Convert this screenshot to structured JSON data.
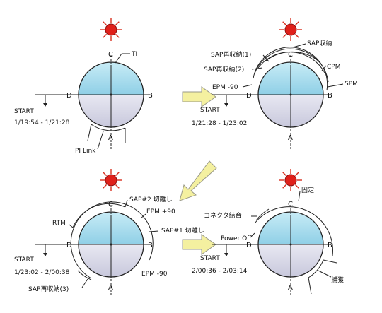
{
  "panels": {
    "p1": {
      "labels": {
        "top": "C",
        "bottom": "A",
        "left": "D",
        "right": "B"
      },
      "start": "START",
      "time": "1/19:54 - 1/21:28",
      "ann": {
        "ti": "TI",
        "pi_link": "PI Link"
      }
    },
    "p2": {
      "labels": {
        "top": "C",
        "bottom": "A",
        "left": "D",
        "right": "B"
      },
      "start": "START",
      "time": "1/21:28 - 1/23:02",
      "ann": {
        "sap_store": "SAP収納",
        "sap_restore1": "SAP再収納(1)",
        "sap_restore2": "SAP再収納(2)",
        "cpm": "CPM",
        "spm": "SPM",
        "epm_m90": "EPM -90"
      }
    },
    "p3": {
      "labels": {
        "top": "C",
        "bottom": "A",
        "left": "D",
        "right": "B"
      },
      "start": "START",
      "time": "1/23:02 - 2/00:38",
      "ann": {
        "sap2_detach": "SAP#2 切離し",
        "epm_p90": "EPM +90",
        "rtm": "RTM",
        "sap1_detach": "SAP#1 切離し",
        "epm_m90": "EPM -90",
        "sap_restore3": "SAP再収納(3)"
      }
    },
    "p4": {
      "labels": {
        "top": "C",
        "bottom": "A",
        "left": "D",
        "right": "B"
      },
      "start": "START",
      "time": "2/00:36 - 2/03:14",
      "ann": {
        "fixed": "固定",
        "connector": "コネクタ結合",
        "power_off": "Power Off",
        "capture": "捕獲"
      }
    }
  },
  "colors": {
    "sun": "#e0201a",
    "sun_ray": "#d83020",
    "upper_fill": "#9fd6ea",
    "lower_fill": "#dcdceb",
    "arrow_fill": "#f4f0a0",
    "arrow_stroke": "#999988"
  }
}
